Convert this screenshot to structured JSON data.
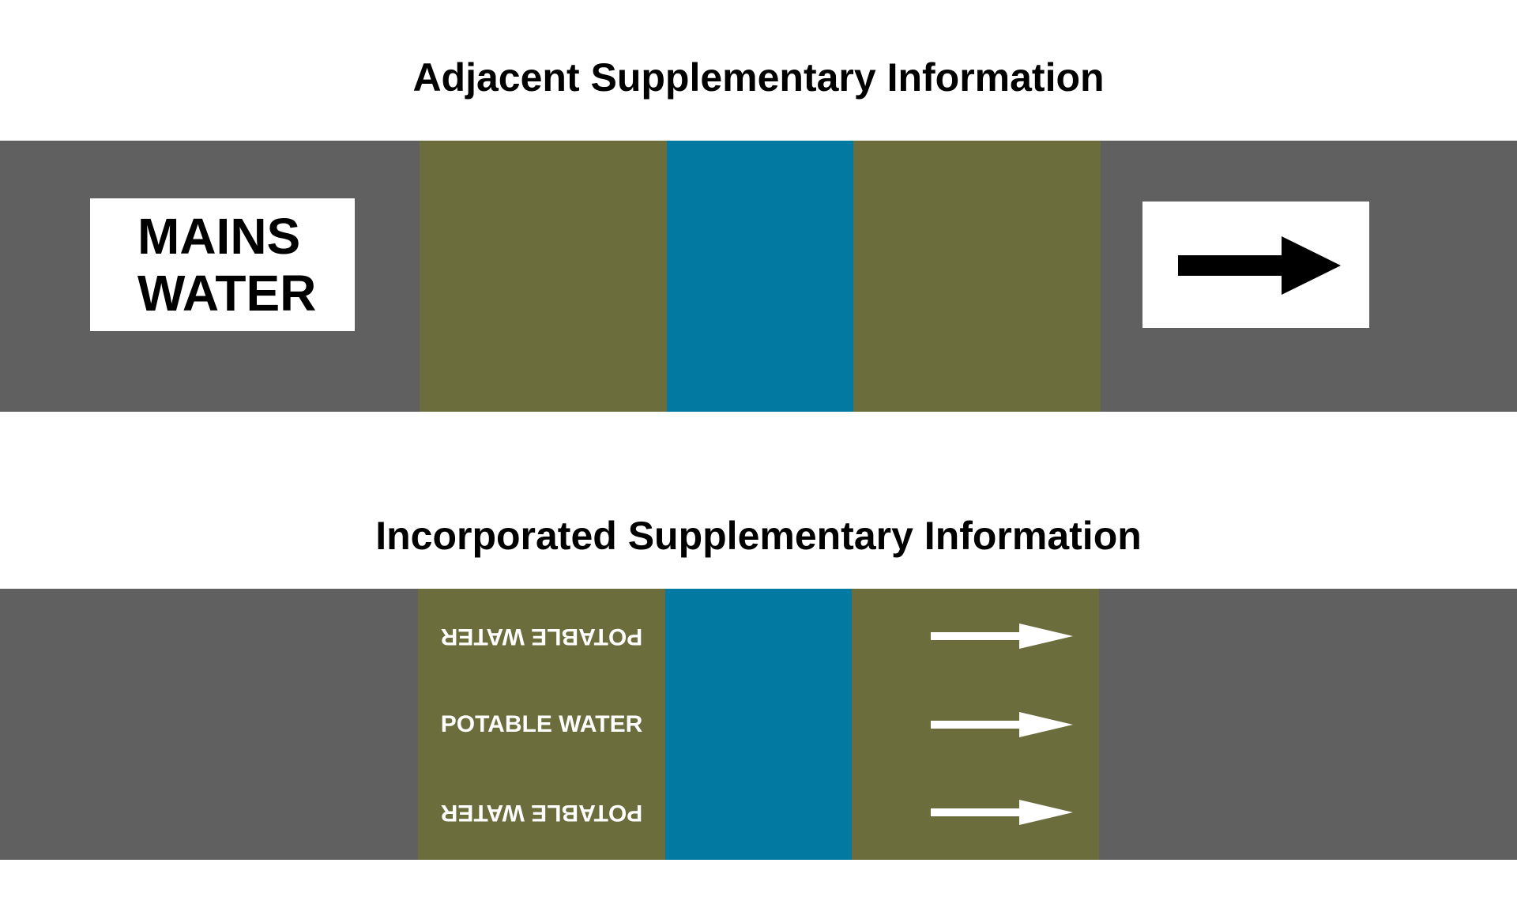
{
  "titles": {
    "adjacent": "Adjacent Supplementary Information",
    "incorporated": "Incorporated Supplementary Information"
  },
  "adjacent_marker": {
    "label_line1": "MAINS",
    "label_line2": "WATER",
    "direction_icon": "arrow-right-icon"
  },
  "incorporated_marker": {
    "legend_text_1": "POTABLE WATER",
    "legend_text_2": "POTABLE WATER",
    "legend_text_3": "POTABLE WATER",
    "direction_icon": "arrow-right-icon"
  },
  "colors": {
    "pipe": "#606060",
    "basic_band": "#6b6d3d",
    "safety_band": "#0279a0",
    "label_background": "#ffffff",
    "label_text": "#000000",
    "incorporated_text": "#ffffff"
  }
}
